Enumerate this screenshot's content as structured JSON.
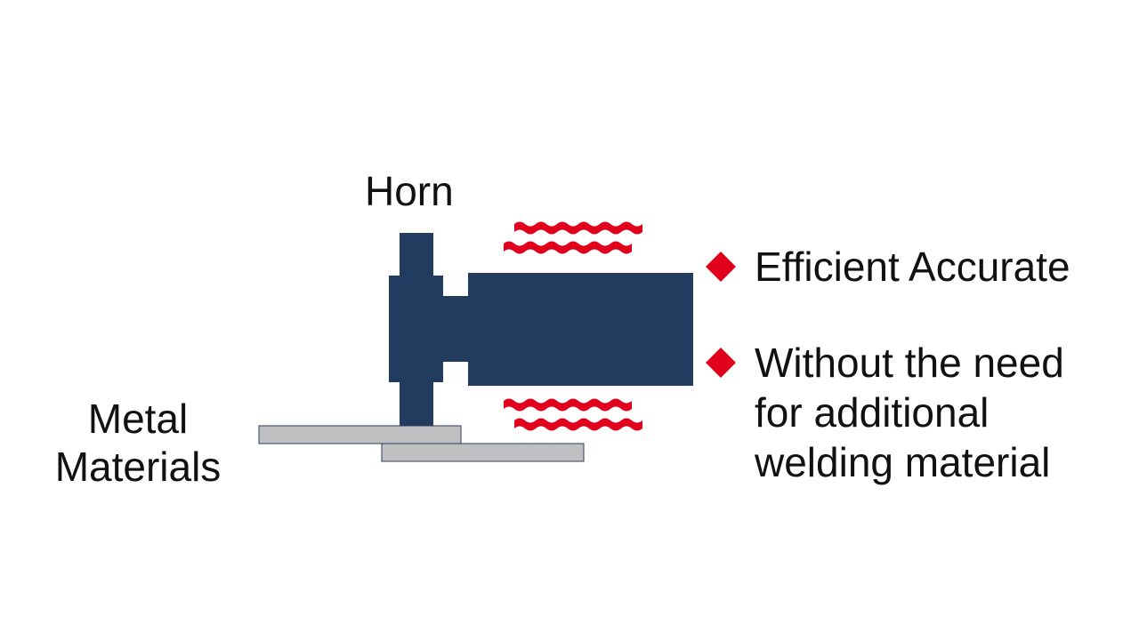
{
  "labels": {
    "horn": "Horn",
    "metal_materials": [
      "Metal",
      "Materials"
    ]
  },
  "bullets": [
    {
      "lines": [
        "Efficient Accurate"
      ]
    },
    {
      "lines": [
        "Without the need",
        "for additional",
        "welding material"
      ]
    }
  ],
  "icons": {
    "bullet": "red-diamond-icon",
    "vibration": "vibration-wave-icon"
  },
  "colors": {
    "horn": "#223c5f",
    "metal_plate": "#c0c0c2",
    "metal_plate_border": "#2d3e5c",
    "vibration": "#e0001b",
    "bullet": "#e0001b",
    "text": "#111111",
    "background": "#ffffff"
  }
}
